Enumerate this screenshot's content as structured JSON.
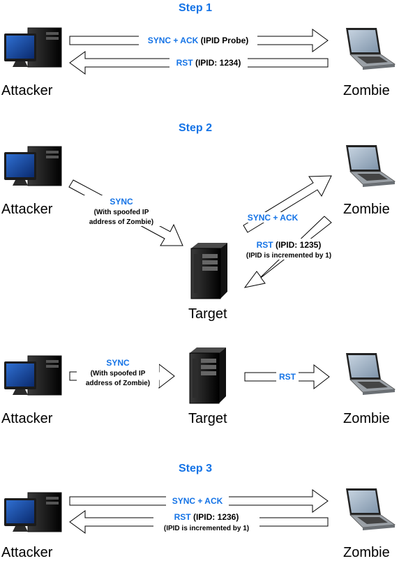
{
  "steps": {
    "step1": "Step 1",
    "step2": "Step 2",
    "step3": "Step 3"
  },
  "nodes": {
    "attacker": "Attacker",
    "zombie": "Zombie",
    "target": "Target"
  },
  "step1": {
    "probe_blue": "SYNC + ACK",
    "probe_black": " (IPID Probe)",
    "reply_blue": "RST",
    "reply_black": " (IPID: 1234)"
  },
  "step2a": {
    "sync": "SYNC",
    "spoof_line1": "(With spoofed IP",
    "spoof_line2": "address of Zombie)",
    "synack": "SYNC + ACK",
    "rst_blue": "RST",
    "rst_black": " (IPID: 1235)",
    "rst_note": "(IPID is incremented by 1)"
  },
  "step2b": {
    "sync": "SYNC",
    "spoof_line1": "(With spoofed IP",
    "spoof_line2": "address of Zombie)",
    "rst": "RST"
  },
  "step3": {
    "synack": "SYNC + ACK",
    "rst_blue": "RST",
    "rst_black": " (IPID: 1236)",
    "rst_note": "(IPID is incremented by 1)"
  },
  "icons": [
    "desktop-computer-icon",
    "laptop-icon",
    "server-tower-icon"
  ],
  "colors": {
    "accent": "#1473e6",
    "text": "#000000",
    "arrow_fill": "#ffffff"
  }
}
